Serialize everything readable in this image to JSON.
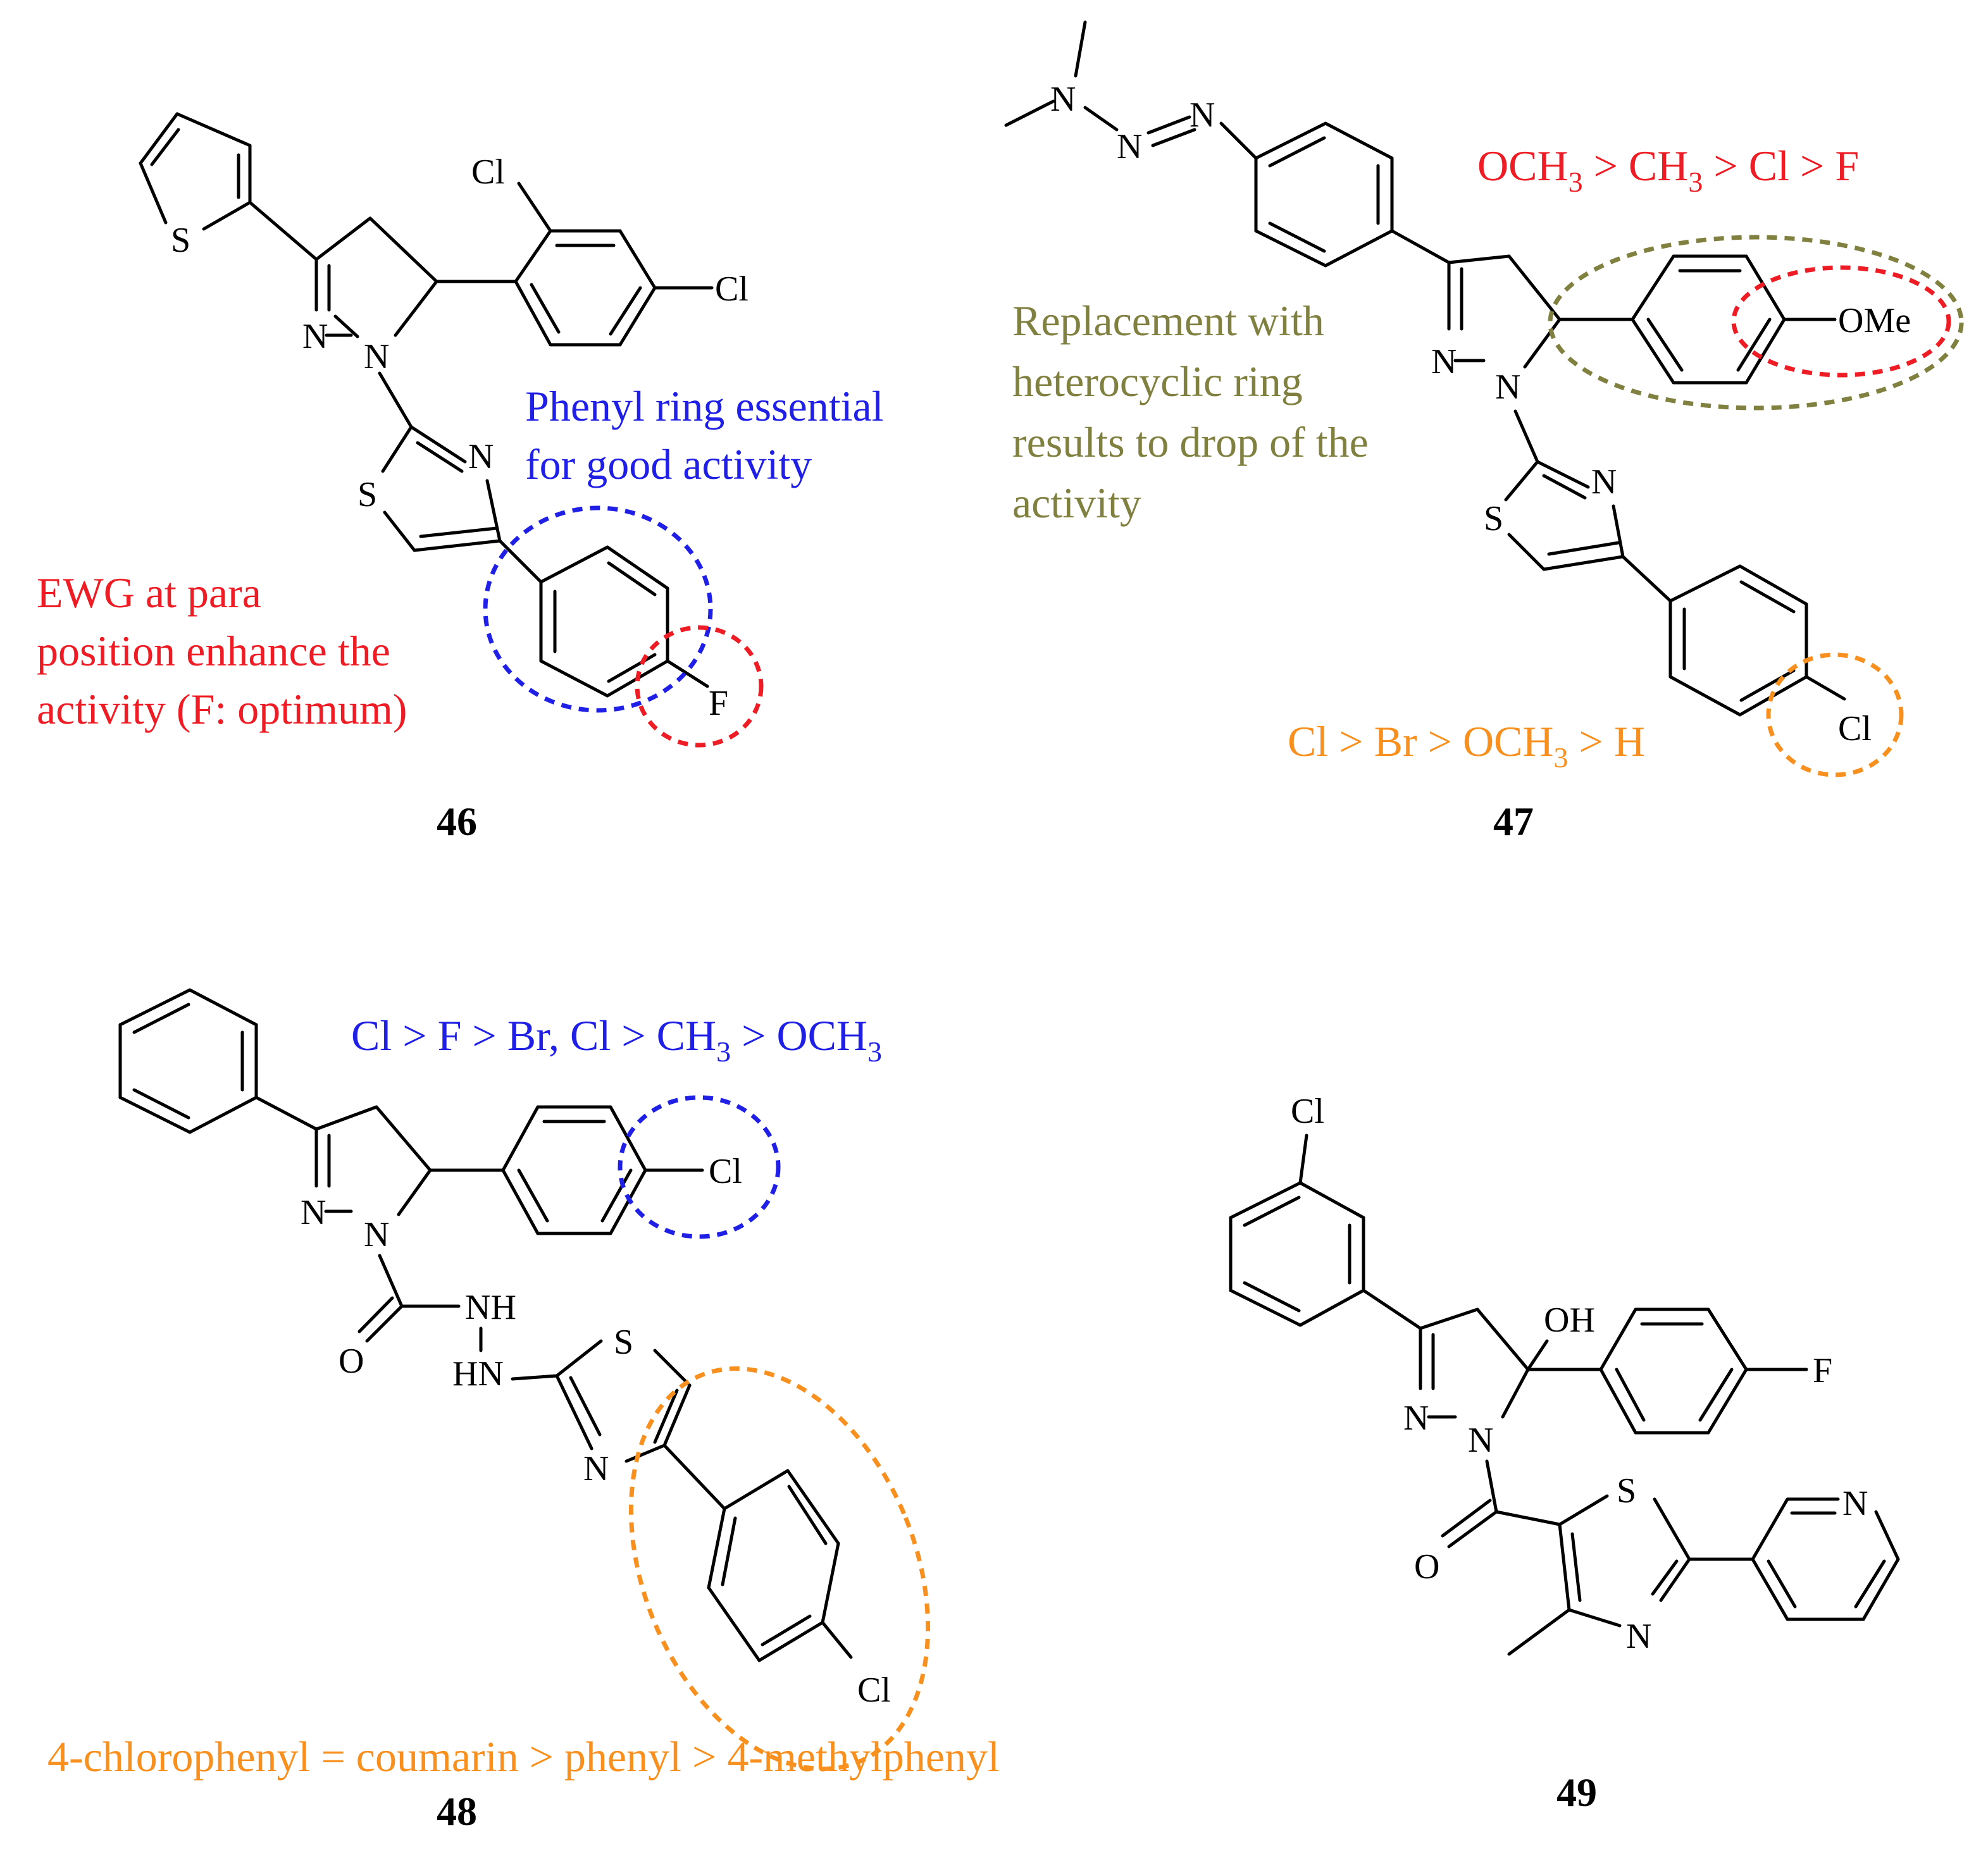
{
  "colors": {
    "red": "#ee1c24",
    "blue": "#1f1fe6",
    "olive": "#808040",
    "orange": "#f7901e",
    "black": "#000000"
  },
  "atoms": {
    "S": "S",
    "N": "N",
    "Cl": "Cl",
    "F": "F",
    "O": "O",
    "OMe": "OMe",
    "NH": "NH",
    "HN": "HN",
    "OH": "OH"
  },
  "compounds": {
    "c46": "46",
    "c47": "47",
    "c48": "48",
    "c49": "49"
  },
  "notes": {
    "n46_phenyl": [
      "Phenyl ring essential",
      "for good activity"
    ],
    "n46_ewg": [
      "EWG at para",
      "position enhance the",
      "activity (F: optimum)"
    ],
    "n47_order_red": {
      "a": "OCH",
      "b": "3",
      "c": " > CH",
      "d": "3",
      "e": " > Cl > F"
    },
    "n47_replacement": [
      "Replacement with",
      "heterocyclic ring",
      "results to drop of the",
      "activity"
    ],
    "n47_order_orange": {
      "a": "Cl > Br > OCH",
      "b": "3",
      "c": " > H"
    },
    "n48_order_blue": {
      "a": "Cl > F > Br, Cl > CH",
      "b": "3",
      "c": " > OCH",
      "d": "3"
    },
    "n48_order_orange": "4-chlorophenyl = coumarin > phenyl > 4-methylphenyl"
  }
}
